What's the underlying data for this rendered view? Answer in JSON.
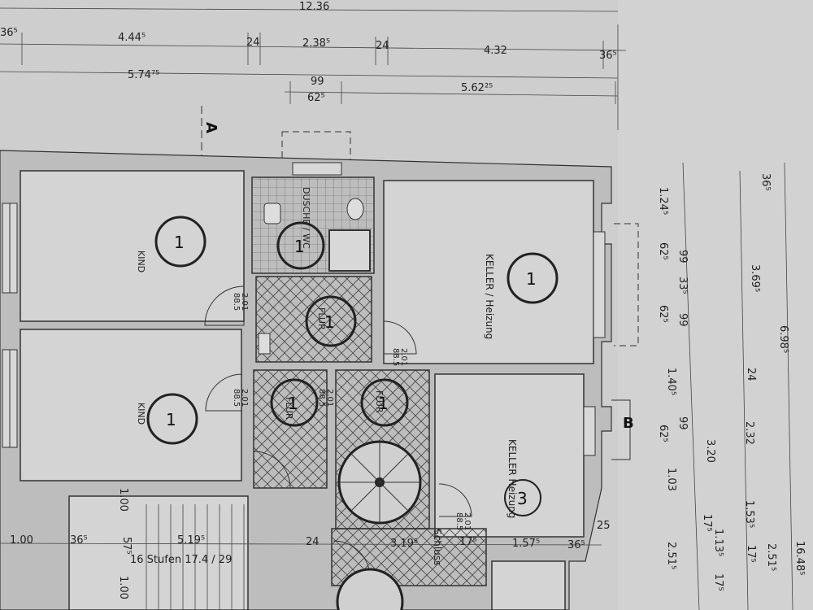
{
  "top_dims": {
    "overall": "12.36",
    "left_wall": "36⁵",
    "seg1": "4.44⁵",
    "wall_a": "24",
    "seg2": "2.38⁵",
    "wall_b": "24",
    "seg3": "4.32",
    "right_wall": "36⁵",
    "half_left": "5.74⁷⁵",
    "opening_a": "99",
    "opening_b": "62⁵",
    "half_right": "5.62²⁵"
  },
  "section_markers": {
    "a": "A",
    "b": "B"
  },
  "rooms": [
    {
      "name": "KIND",
      "number": "1"
    },
    {
      "name": "KIND",
      "number": "1"
    },
    {
      "name": "DUSCHE / WC",
      "number": "1"
    },
    {
      "name": "FLUR",
      "number": "1"
    },
    {
      "name": "FLUR",
      "number": "1"
    },
    {
      "name": "FLUR",
      "number": "1"
    },
    {
      "name": "KELLER / Heizung",
      "number": "1"
    },
    {
      "name": "KELLER Heizung",
      "number": "3"
    }
  ],
  "doors": [
    {
      "w": "88.5",
      "h": "2.01"
    },
    {
      "w": "88.5",
      "h": "2.01"
    },
    {
      "w": "88.5",
      "h": "2.01"
    },
    {
      "w": "88.5",
      "h": "2.01"
    },
    {
      "w": "88.5",
      "h": "2.01"
    }
  ],
  "right_dims_a": [
    "1.24⁵",
    "62⁵",
    "99",
    "33⁵",
    "62⁵",
    "99",
    "1.40⁵",
    "62⁵",
    "99",
    "1.03",
    "2.51⁵"
  ],
  "right_dims_b": [
    "36⁵",
    "3.69⁵",
    "24",
    "2.32",
    "1.53⁵",
    "17⁵",
    "2.51⁵"
  ],
  "right_dims_c": [
    "6.98⁵",
    "16.48⁵"
  ],
  "right_dims_d": [
    "3.20",
    "17⁵",
    "1.13⁵",
    "17⁵"
  ],
  "bottom_dims": {
    "left_a": "1.00",
    "left_b": "36⁵",
    "stair_w": "1.00",
    "stair_w2": "57⁵",
    "stair_w3": "1.00",
    "len": "5.19⁵",
    "steps": "16 Stufen 17.4 / 29",
    "wall_mid": "24",
    "mid": "3.19⁵",
    "mid_b": "17⁵",
    "right": "1.57⁵",
    "right_wall": "36⁵",
    "far_right": "25",
    "shaft_label": "Schluss"
  }
}
